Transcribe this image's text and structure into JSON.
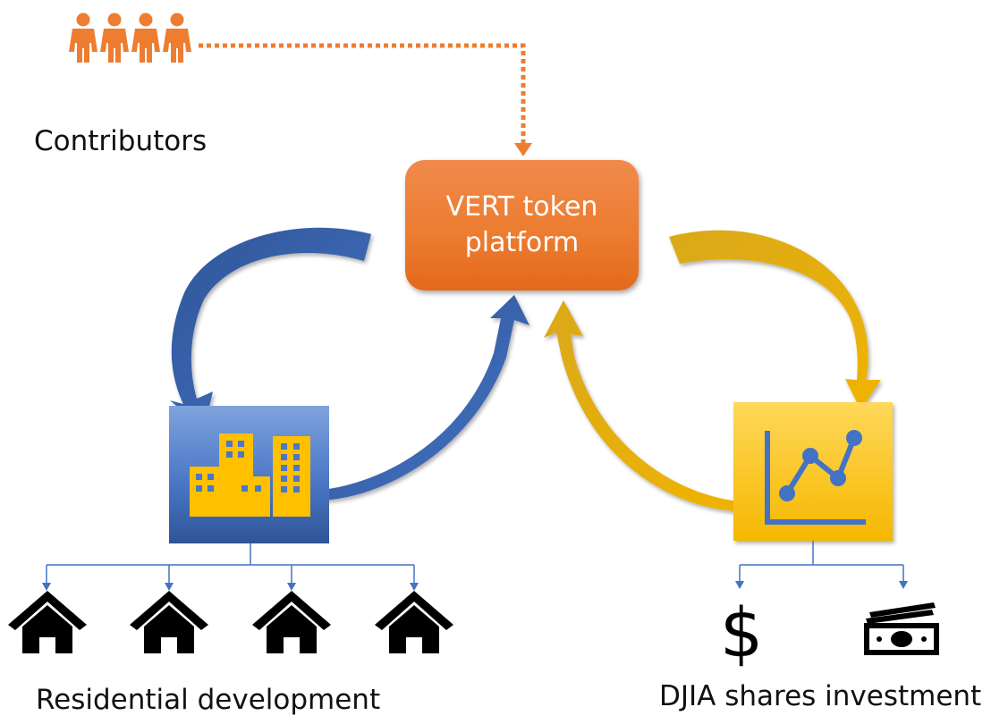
{
  "diagram": {
    "contributors_label": "Contributors",
    "platform_line1": "VERT token",
    "platform_line2": "platform",
    "residential_label": "Residential development",
    "djia_label": "DJIA shares investment",
    "dollar_symbol": "$"
  },
  "colors": {
    "orange": "#ED7D31",
    "blue": "#4472C4",
    "gold": "#FFC000",
    "black": "#000000"
  }
}
